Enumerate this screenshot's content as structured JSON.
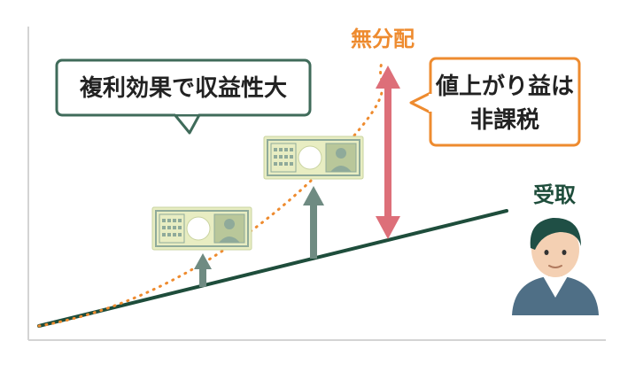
{
  "labels": {
    "compound_effect": "複利効果で収益性大",
    "no_distribution": "無分配",
    "tax_free_line1": "値上がり益は",
    "tax_free_line2": "非課税",
    "received": "受取"
  },
  "colors": {
    "axis": "#d4d4d4",
    "received_line": "#1e4d3b",
    "growth_dotted": "#ee8b2f",
    "orange": "#ee8b2f",
    "speech_border_green": "#3f6b5a",
    "speech_border_orange": "#ee8b2f",
    "up_arrow": "#6f8b82",
    "gain_arrow": "#dd6f79",
    "banknote_fill": "#e8edc2",
    "banknote_pattern": "#8faa9a"
  },
  "icons": {
    "person": "businessman-avatar-icon",
    "banknote": "yen-banknote-icon",
    "gain_arrow": "double-headed-arrow-icon",
    "up_arrow": "up-arrow-icon"
  }
}
